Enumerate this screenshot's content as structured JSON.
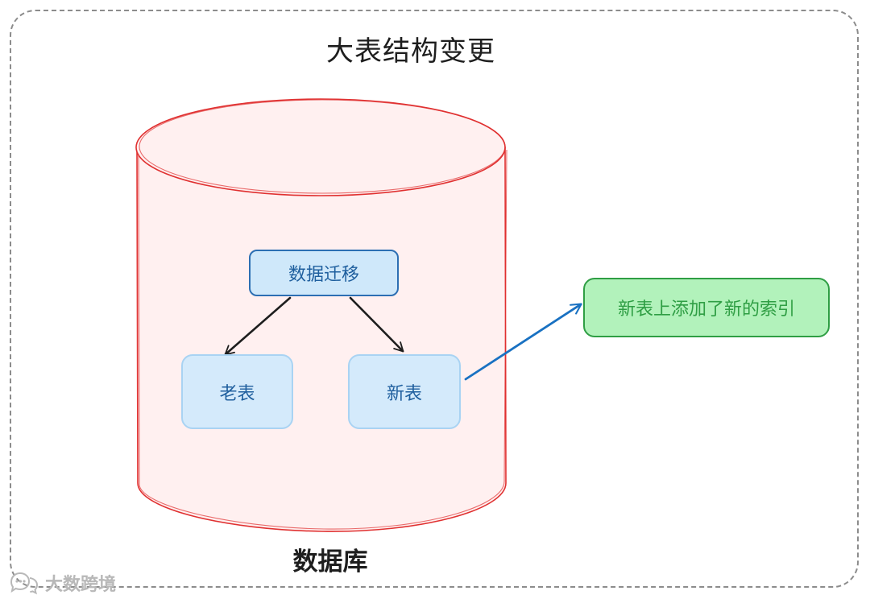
{
  "title": "大表结构变更",
  "database": {
    "label": "数据库"
  },
  "nodes": {
    "migrate": "数据迁移",
    "old_table": "老表",
    "new_table": "新表",
    "note": "新表上添加了新的索引"
  },
  "watermark": {
    "text": "大数跨境",
    "icon": "chat-bubbles-icon"
  },
  "colors": {
    "frame": "#8c8c8c",
    "cylinder_stroke": "#e03131",
    "cylinder_fill": "#fff0f0",
    "box_blue_fill": "#d4eafb",
    "box_blue_text": "#1f5f9e",
    "note_fill": "#b2f2bb",
    "note_stroke": "#2f9e44",
    "arrow_dark": "#1e1e1e",
    "arrow_blue": "#1971c2"
  }
}
